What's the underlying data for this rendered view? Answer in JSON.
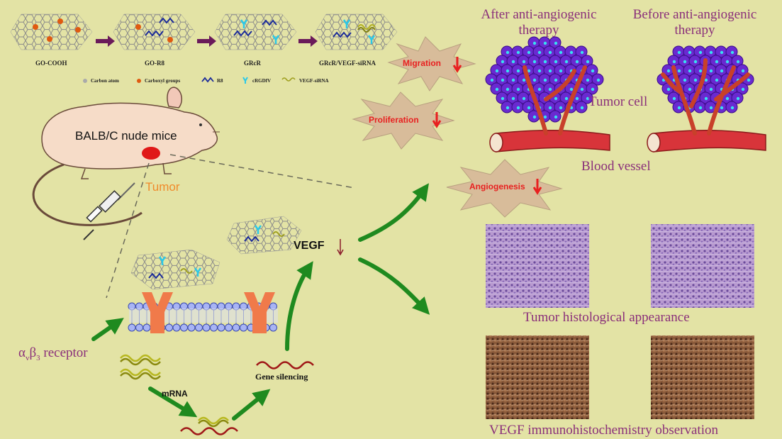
{
  "synthesis": {
    "steps": [
      "GO-COOH",
      "GO-R8",
      "GRcR",
      "GRcR/VEGF-siRNA"
    ]
  },
  "legend": {
    "items": [
      "Carbon atom",
      "Carboxyl groups",
      "R8",
      "cRGDfV",
      "VEGF-siRNA"
    ]
  },
  "mouse": {
    "label": "BALB/C nude mice",
    "tumor_label": "Tumor"
  },
  "receptor": {
    "label_prefix": "α",
    "label_sub1": "v",
    "label_mid": "β",
    "label_sub2": "3",
    "label_suffix": " receptor"
  },
  "pathway": {
    "mrna_label": "mRNA",
    "silencing_label": "Gene silencing",
    "vegf_label": "VEGF"
  },
  "effects": [
    "Migration",
    "Proliferation",
    "Angiogenesis"
  ],
  "outcomes": {
    "after_title": "After anti-angiogenic therapy",
    "before_title": "Before anti-angiogenic therapy",
    "tumor_cell_label": "Tumor cell",
    "blood_vessel_label": "Blood vessel",
    "histology_caption": "Tumor histological appearance",
    "ihc_caption": "VEGF immunohistochemistry observation"
  },
  "colors": {
    "background": "#e3e3a5",
    "arrow_green": "#1f8a1f",
    "process_arrow": "#6a1a5a",
    "label_purple": "#8a2f7a",
    "down_arrow_red": "#e82020",
    "tumor_orange": "#f08a2a"
  }
}
